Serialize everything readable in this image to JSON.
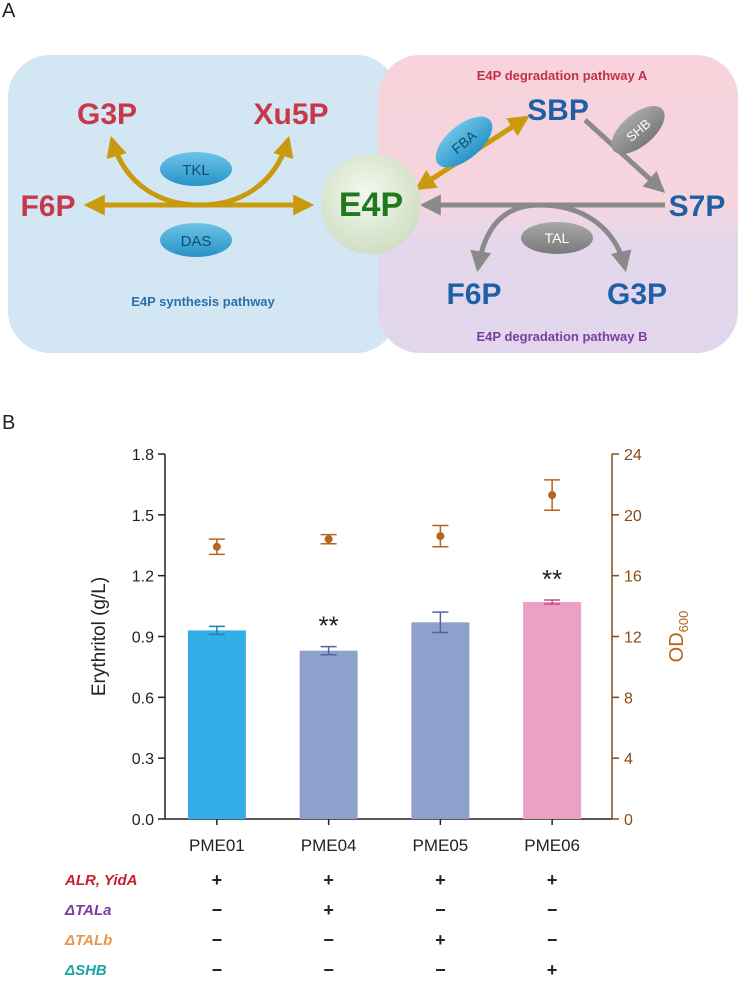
{
  "panel_a": {
    "label": "A",
    "synthesis_title": "E4P synthesis pathway",
    "degradation_a_title": "E4P degradation pathway A",
    "degradation_b_title": "E4P degradation pathway B",
    "metabolites": {
      "g3p_left": "G3P",
      "xu5p": "Xu5P",
      "f6p_left": "F6P",
      "e4p": "E4P",
      "sbp": "SBP",
      "s7p": "S7P",
      "f6p_right": "F6P",
      "g3p_right": "G3P"
    },
    "enzymes": {
      "tkl": "TKL",
      "das": "DAS",
      "fba": "FBA",
      "shb": "SHB",
      "tal": "TAL"
    },
    "colors": {
      "synthesis_bg": "#d3e6f4",
      "degradation_a_bg": "#f8d3dc",
      "degradation_b_bg": "#e1d6ec",
      "red_metabolite": "#c8374a",
      "blue_metabolite": "#1f5fa5",
      "green_metabolite": "#1f7a1f",
      "gold_arrow": "#c99a0e",
      "grey_arrow": "#8a8a8a",
      "enzyme_blue": "#3aa7d6",
      "enzyme_grey": "#8d8d8d"
    }
  },
  "panel_b": {
    "label": "B",
    "genotype_rows": [
      {
        "label": "ALR, YidA",
        "color": "#c8202e",
        "signs": [
          "+",
          "+",
          "+",
          "+"
        ]
      },
      {
        "label": "ΔTALa",
        "color": "#7d3aa0",
        "signs": [
          "−",
          "+",
          "−",
          "−"
        ]
      },
      {
        "label": "ΔTALb",
        "color": "#e8964a",
        "signs": [
          "−",
          "−",
          "+",
          "−"
        ]
      },
      {
        "label": "ΔSHB",
        "color": "#1aa6a6",
        "signs": [
          "−",
          "−",
          "−",
          "+"
        ]
      }
    ]
  },
  "chart_data": {
    "type": "bar",
    "categories": [
      "PME01",
      "PME04",
      "PME05",
      "PME06"
    ],
    "ylabel": "Erythritol (g/L)",
    "y2label": "OD600",
    "y2label_main": "OD",
    "y2label_sub": "600",
    "ylim": [
      0,
      1.8
    ],
    "y2lim": [
      0,
      24
    ],
    "yticks": [
      "0.0",
      "0.3",
      "0.6",
      "0.9",
      "1.2",
      "1.5",
      "1.8"
    ],
    "y2ticks": [
      "0",
      "4",
      "8",
      "12",
      "16",
      "20",
      "24"
    ],
    "series": [
      {
        "name": "Erythritol",
        "kind": "bar",
        "values": [
          0.93,
          0.83,
          0.97,
          1.07
        ],
        "errors": [
          0.02,
          0.02,
          0.05,
          0.01
        ],
        "colors": [
          "#33aee6",
          "#8fa0cc",
          "#8fa0cc",
          "#eaa1c3"
        ],
        "error_colors": [
          "#1f7fb0",
          "#5262a8",
          "#5262a8",
          "#c24c88"
        ]
      },
      {
        "name": "OD600",
        "kind": "scatter",
        "axis": "right",
        "values": [
          17.9,
          18.4,
          18.6,
          21.3
        ],
        "errors": [
          0.5,
          0.3,
          0.7,
          1.0
        ],
        "color": "#b5651d"
      }
    ],
    "annotations": [
      "",
      "**",
      "",
      "**"
    ],
    "right_axis_color": "#8a4b14"
  }
}
